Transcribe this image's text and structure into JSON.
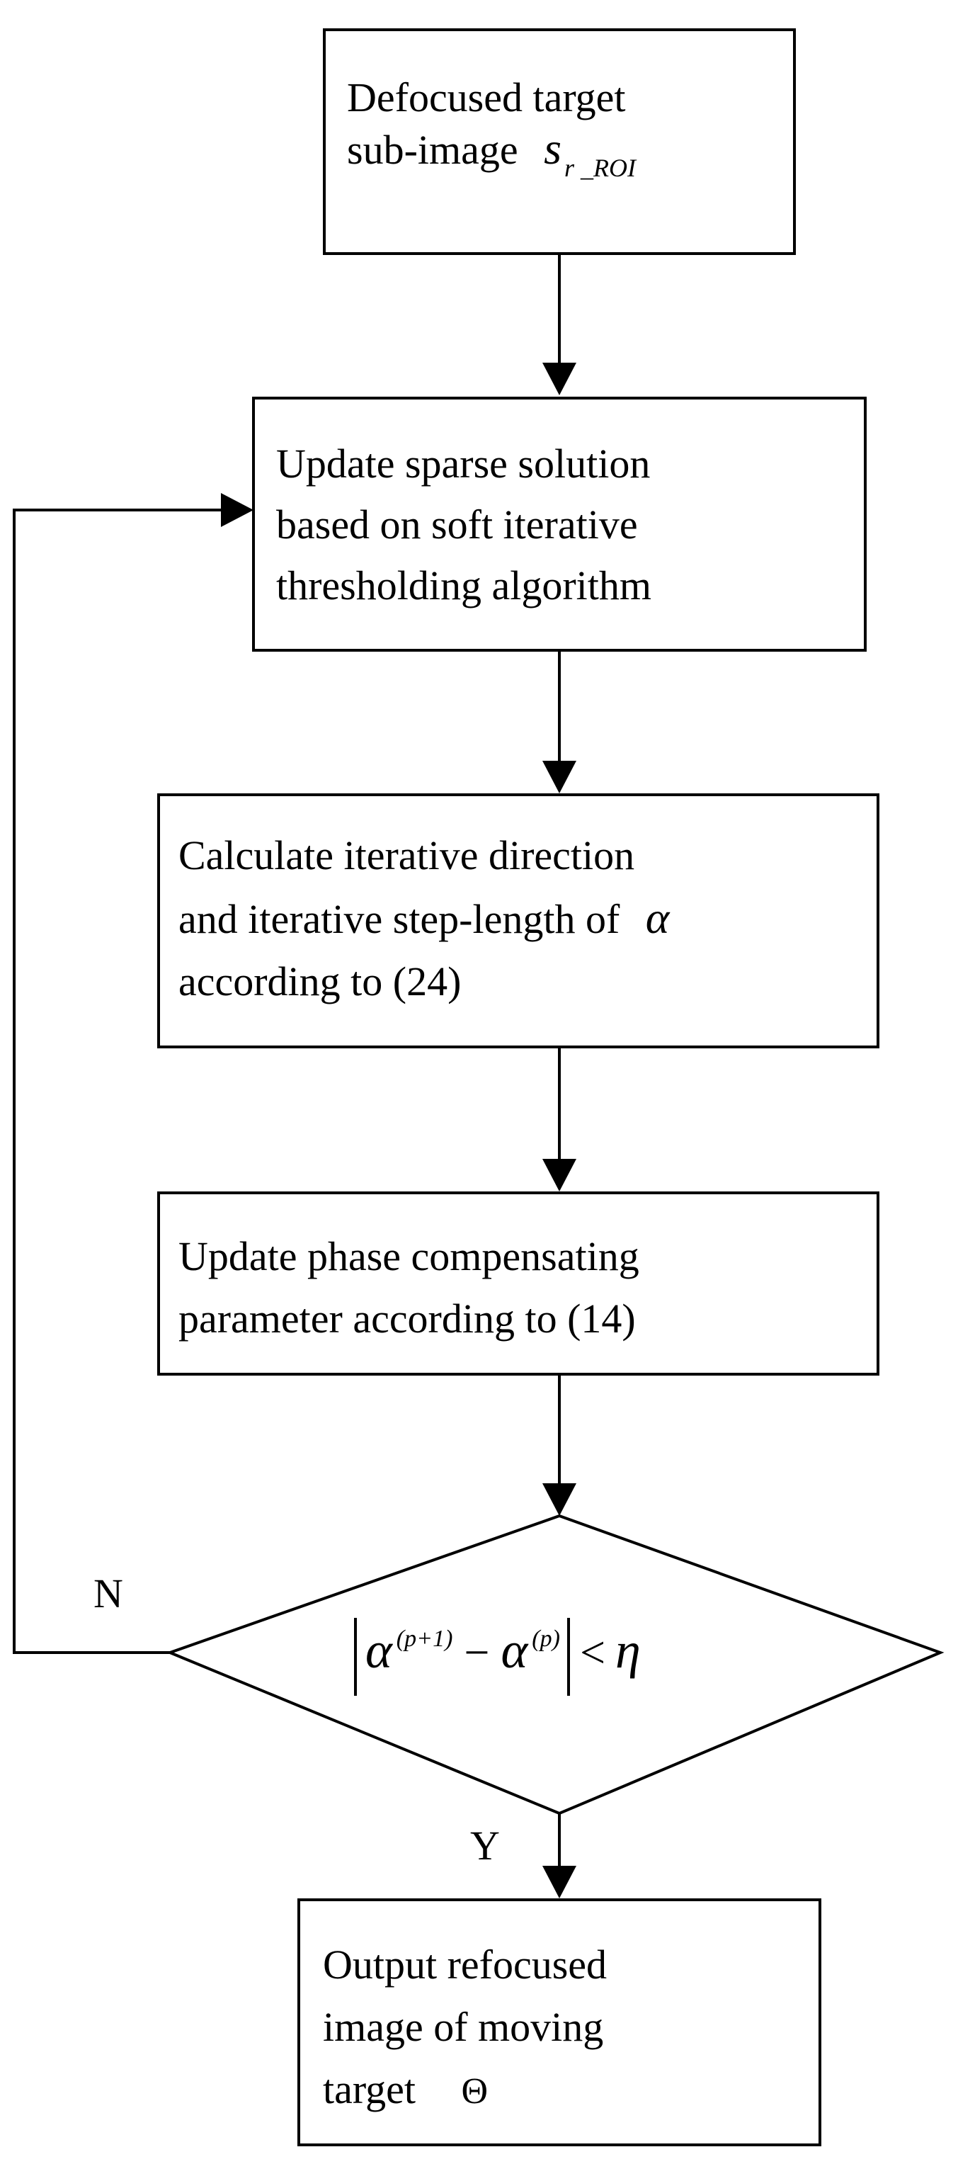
{
  "nodes": {
    "start": {
      "line1": "Defocused target",
      "line2_prefix": "sub-image",
      "symbol": "s",
      "symbol_subscript": "r _ROI"
    },
    "update_sparse": {
      "lines": [
        "Update sparse solution",
        "based on soft iterative",
        "thresholding algorithm"
      ]
    },
    "calc_direction": {
      "lines": [
        "Calculate  iterative direction",
        "and iterative step-length of",
        "according to (24)"
      ],
      "symbol": "α"
    },
    "update_phase": {
      "lines": [
        "Update phase compensating",
        "parameter  according to (14)"
      ]
    },
    "decision": {
      "alpha": "α",
      "sup_next": "(p+1)",
      "minus": "−",
      "sup_curr": "(p)",
      "lt": "<",
      "eta": "η"
    },
    "output": {
      "lines": [
        "Output refocused",
        "image of moving",
        "target"
      ],
      "symbol": "Θ"
    }
  },
  "branch_labels": {
    "no": "N",
    "yes": "Y"
  }
}
